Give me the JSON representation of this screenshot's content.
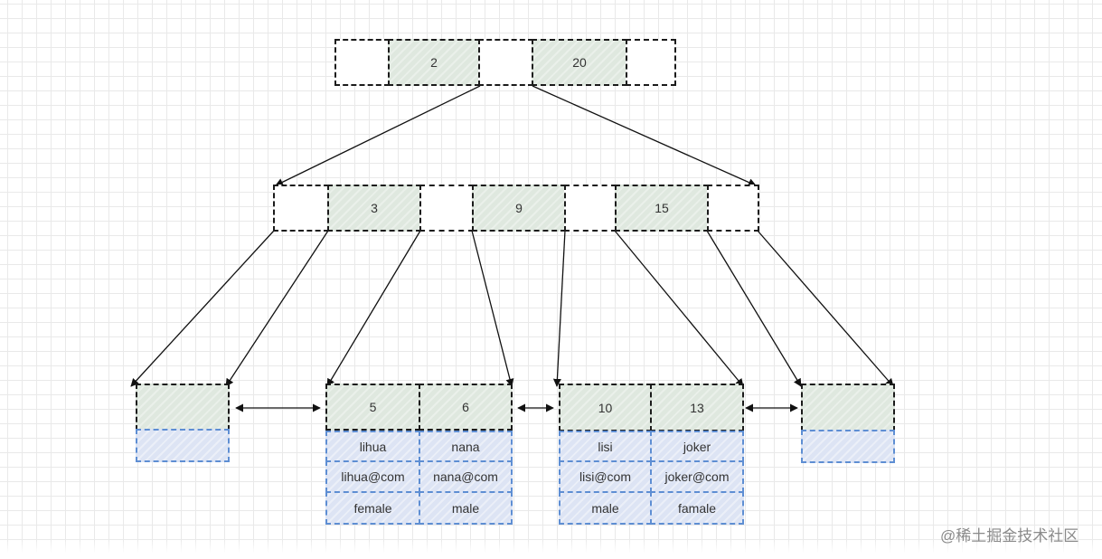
{
  "root_node": {
    "keys": [
      "2",
      "20"
    ]
  },
  "internal_node": {
    "keys": [
      "3",
      "9",
      "15"
    ]
  },
  "leaves": [
    {
      "keys": [
        "",
        ""
      ],
      "rows": []
    },
    {
      "keys": [
        "5",
        "6"
      ],
      "rows": [
        [
          "lihua",
          "nana"
        ],
        [
          "lihua@com",
          "nana@com"
        ],
        [
          "female",
          "male"
        ]
      ]
    },
    {
      "keys": [
        "10",
        "13"
      ],
      "rows": [
        [
          "lisi",
          "joker"
        ],
        [
          "lisi@com",
          "joker@com"
        ],
        [
          "male",
          "famale"
        ]
      ]
    },
    {
      "keys": [
        "",
        ""
      ],
      "rows": []
    }
  ],
  "watermark": "@稀土掘金技术社区",
  "colors": {
    "key_fill": "#dfe8df",
    "row_fill": "#dde4f4",
    "row_border": "#5e8ed3",
    "node_border": "#1b1b1b"
  }
}
